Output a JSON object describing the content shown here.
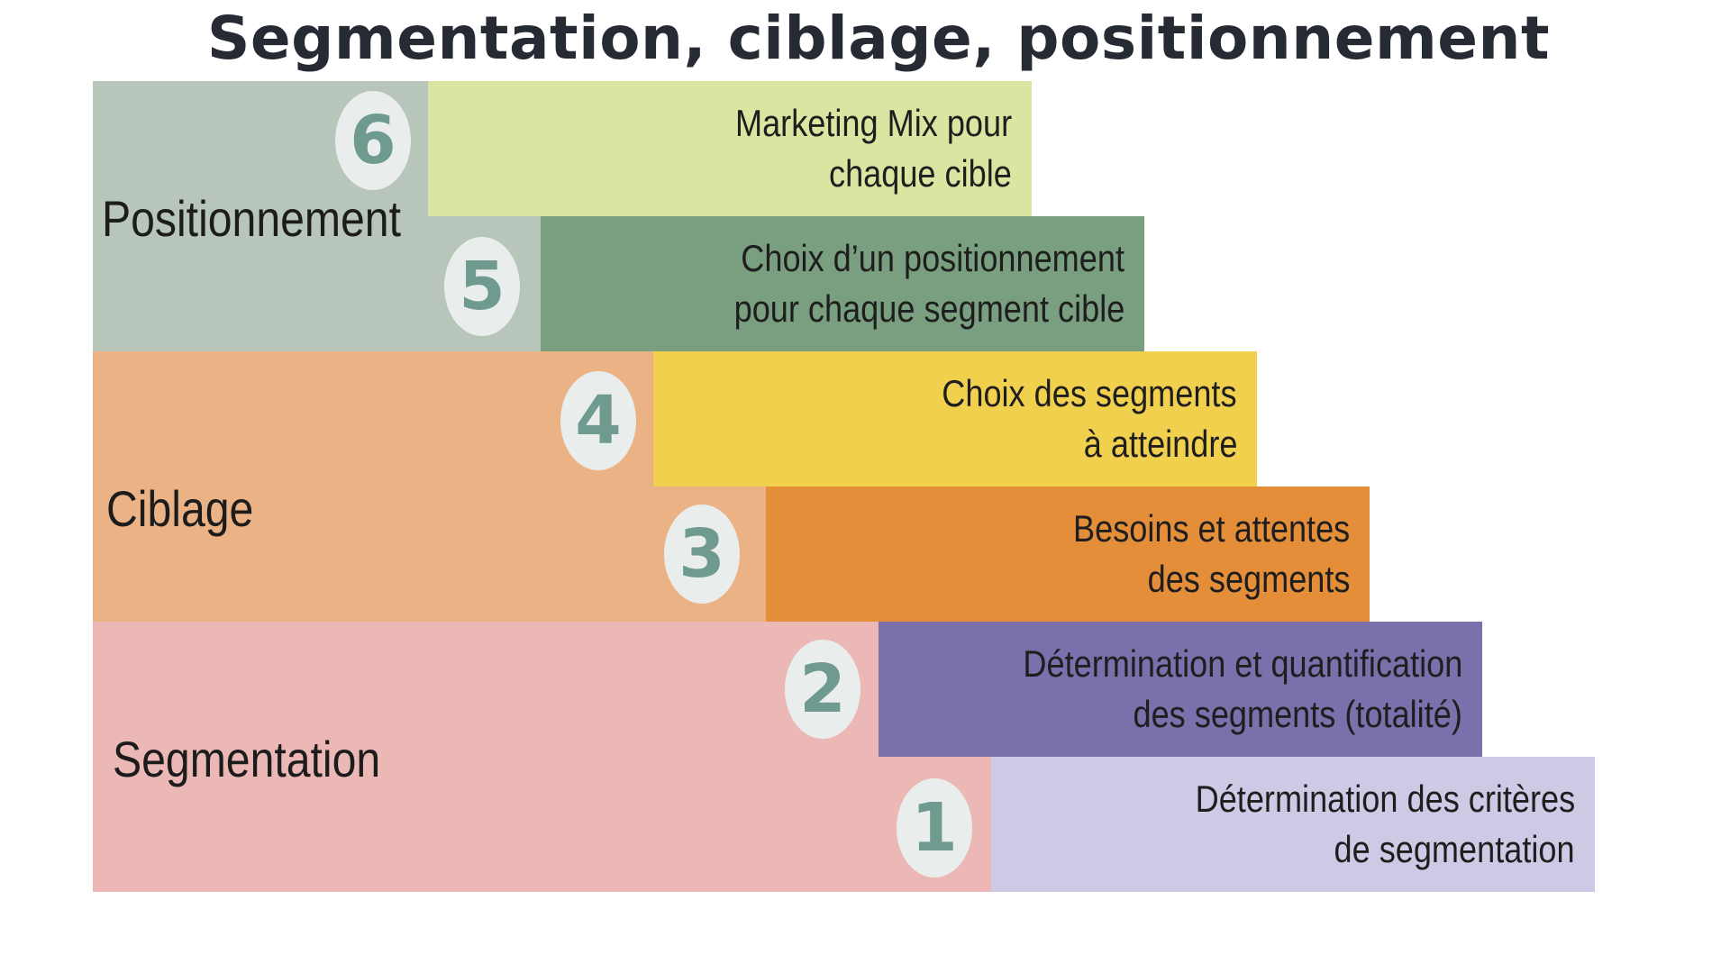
{
  "title": "Segmentation, ciblage, positionnement",
  "colors": {
    "positionnement_band": "#b7c5bb",
    "ciblage_band": "#ebb285",
    "segmentation_band": "#ebb8b5",
    "step6": "#d8e6a1",
    "step5": "#7a9f80",
    "step4": "#f1d04e",
    "step3": "#e58e3a",
    "step2": "#7b6fac",
    "step1": "#cec9e5",
    "number_text": "#6f9a8f"
  },
  "bands": [
    {
      "id": "positionnement",
      "label": "Positionnement"
    },
    {
      "id": "ciblage",
      "label": "Ciblage"
    },
    {
      "id": "segmentation",
      "label": "Segmentation"
    }
  ],
  "steps": [
    {
      "number": "6",
      "lines": [
        "Marketing Mix pour",
        "chaque cible"
      ]
    },
    {
      "number": "5",
      "lines": [
        "Choix d’un positionnement",
        "pour chaque segment cible"
      ]
    },
    {
      "number": "4",
      "lines": [
        "Choix des segments",
        "à atteindre"
      ]
    },
    {
      "number": "3",
      "lines": [
        "Besoins et attentes",
        "des segments"
      ]
    },
    {
      "number": "2",
      "lines": [
        "Détermination et quantification",
        "des segments (totalité)"
      ]
    },
    {
      "number": "1",
      "lines": [
        "Détermination des critères",
        "de segmentation"
      ]
    }
  ]
}
